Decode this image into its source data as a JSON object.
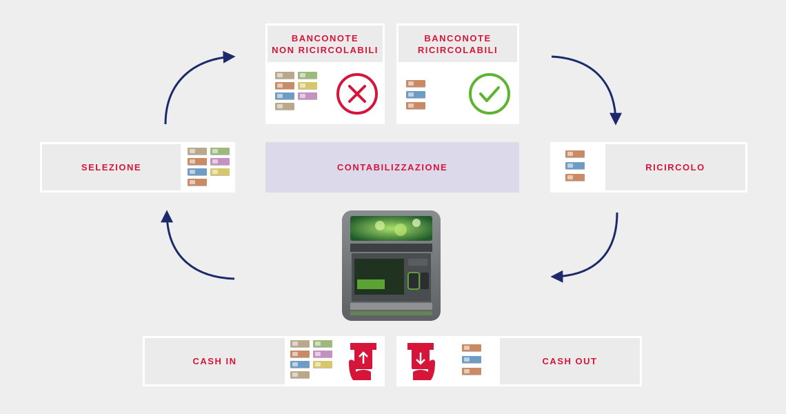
{
  "nodes": {
    "non_recyclable": {
      "label": "BANCONOTE\nNON RICIRCOLABILI",
      "icon": "x-circle-icon"
    },
    "recyclable": {
      "label": "BANCONOTE\nRICIRCOLABILI",
      "icon": "check-circle-icon"
    },
    "selection": {
      "label": "SELEZIONE"
    },
    "accounting": {
      "label": "CONTABILIZZAZIONE"
    },
    "recirculation": {
      "label": "RICIRCOLO"
    },
    "cash_in": {
      "label": "CASH IN",
      "icon": "card-insert-icon"
    },
    "cash_out": {
      "label": "CASH OUT",
      "icon": "cash-dispense-icon"
    }
  },
  "colors": {
    "label_red": "#d5153a",
    "arrow_navy": "#1c2a6b",
    "x_red": "#d5153a",
    "check_green": "#5cb531",
    "accounting_bg": "#dcd9ea",
    "background": "#eeeeee"
  }
}
